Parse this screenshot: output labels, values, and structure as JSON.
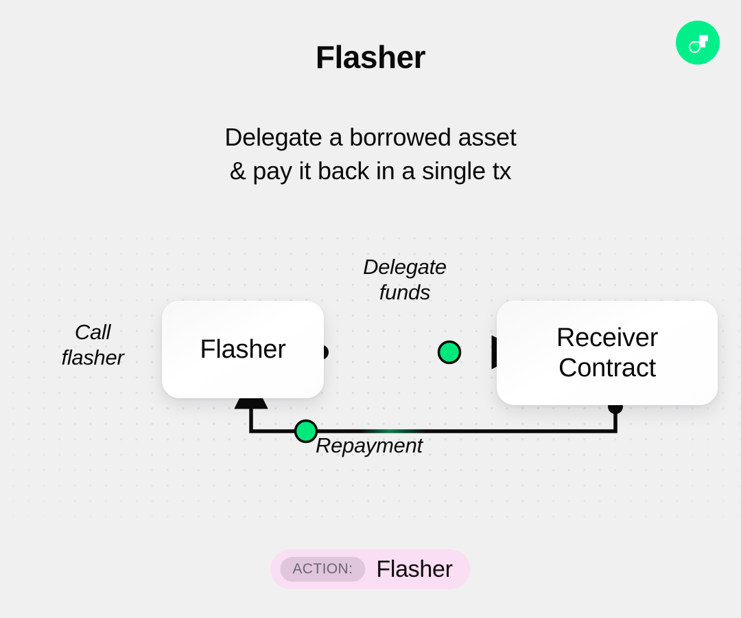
{
  "logo": {
    "name": "flow-logo",
    "bg_color": "#00ef8b",
    "mark_color": "#ffffff",
    "accent_color": "#16ff99"
  },
  "header": {
    "title": "Flasher",
    "subtitle": "Delegate a borrowed asset\n& pay it back in a single tx"
  },
  "diagram": {
    "nodes": [
      {
        "id": "flasher",
        "label": "Flasher"
      },
      {
        "id": "receiver",
        "label": "Receiver\nContract"
      }
    ],
    "labels": [
      {
        "id": "call-flasher",
        "text": "Call\nflasher"
      },
      {
        "id": "delegate-funds",
        "text": "Delegate\nfunds"
      },
      {
        "id": "repayment",
        "text": "Repayment"
      }
    ],
    "edges": [
      {
        "id": "delegate-edge",
        "from": "flasher",
        "to": "receiver",
        "direction": "right",
        "has_token": true,
        "token_color": "#00e87b"
      },
      {
        "id": "repayment-edge",
        "from": "receiver",
        "to": "flasher",
        "direction": "left-up",
        "has_token": true,
        "token_color": "#00e87b"
      }
    ],
    "colors": {
      "accent_green": "#00e87b",
      "stroke": "#0a0a0a",
      "dot_grid": "#dedede",
      "canvas_bg": "#f0f0f0",
      "node_bg": "#ffffff"
    }
  },
  "action_badge": {
    "chip_label": "ACTION:",
    "value": "Flasher",
    "pill_color": "#fadef3",
    "chip_color": "#e0c6dc",
    "chip_text_color": "#6b6470"
  }
}
